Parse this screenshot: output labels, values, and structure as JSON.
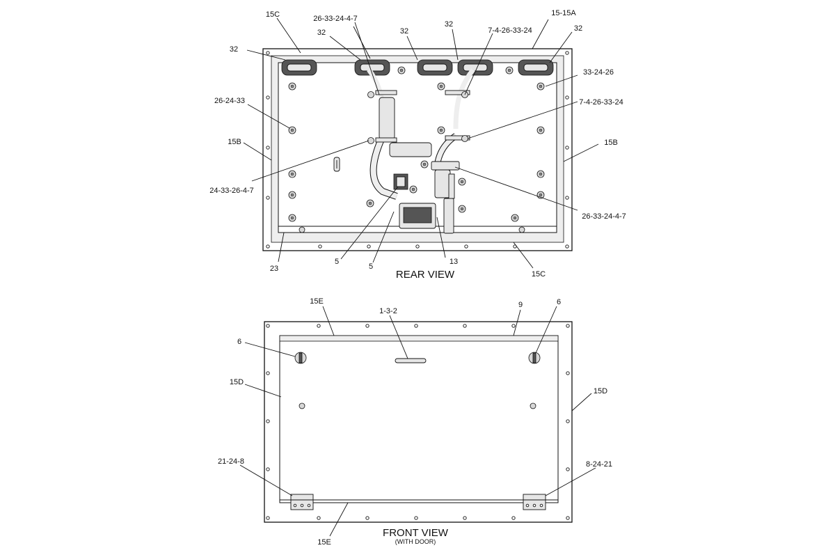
{
  "rear_view": {
    "title": "REAR VIEW",
    "callouts": {
      "c15c_top": "15C",
      "c26_33_24_4_7_top": "26-33-24-4-7",
      "c32_a": "32",
      "c32_b": "32",
      "c32_c": "32",
      "c32_d": "32",
      "c32_e": "32",
      "c7_4_26_33_24_top": "7-4-26-33-24",
      "c15_15a": "15-15A",
      "c33_24_26": "33-24-26",
      "c7_4_26_33_24_mid": "7-4-26-33-24",
      "c26_24_33": "26-24-33",
      "c15b_left": "15B",
      "c15b_right": "15B",
      "c24_33_26_4_7": "24-33-26-4-7",
      "c26_33_24_4_7_right": "26-33-24-4-7",
      "c23": "23",
      "c5_a": "5",
      "c5_b": "5",
      "c13": "13",
      "c15c_bottom": "15C"
    }
  },
  "front_view": {
    "title": "FRONT VIEW",
    "subtitle": "(WITH DOOR)",
    "callouts": {
      "c15e_top": "15E",
      "c1_3_2": "1-3-2",
      "c9": "9",
      "c6_left": "6",
      "c6_right": "6",
      "c15d_left": "15D",
      "c15d_right": "15D",
      "c21_24_8": "21-24-8",
      "c8_24_21": "8-24-21",
      "c15e_bottom": "15E"
    }
  }
}
